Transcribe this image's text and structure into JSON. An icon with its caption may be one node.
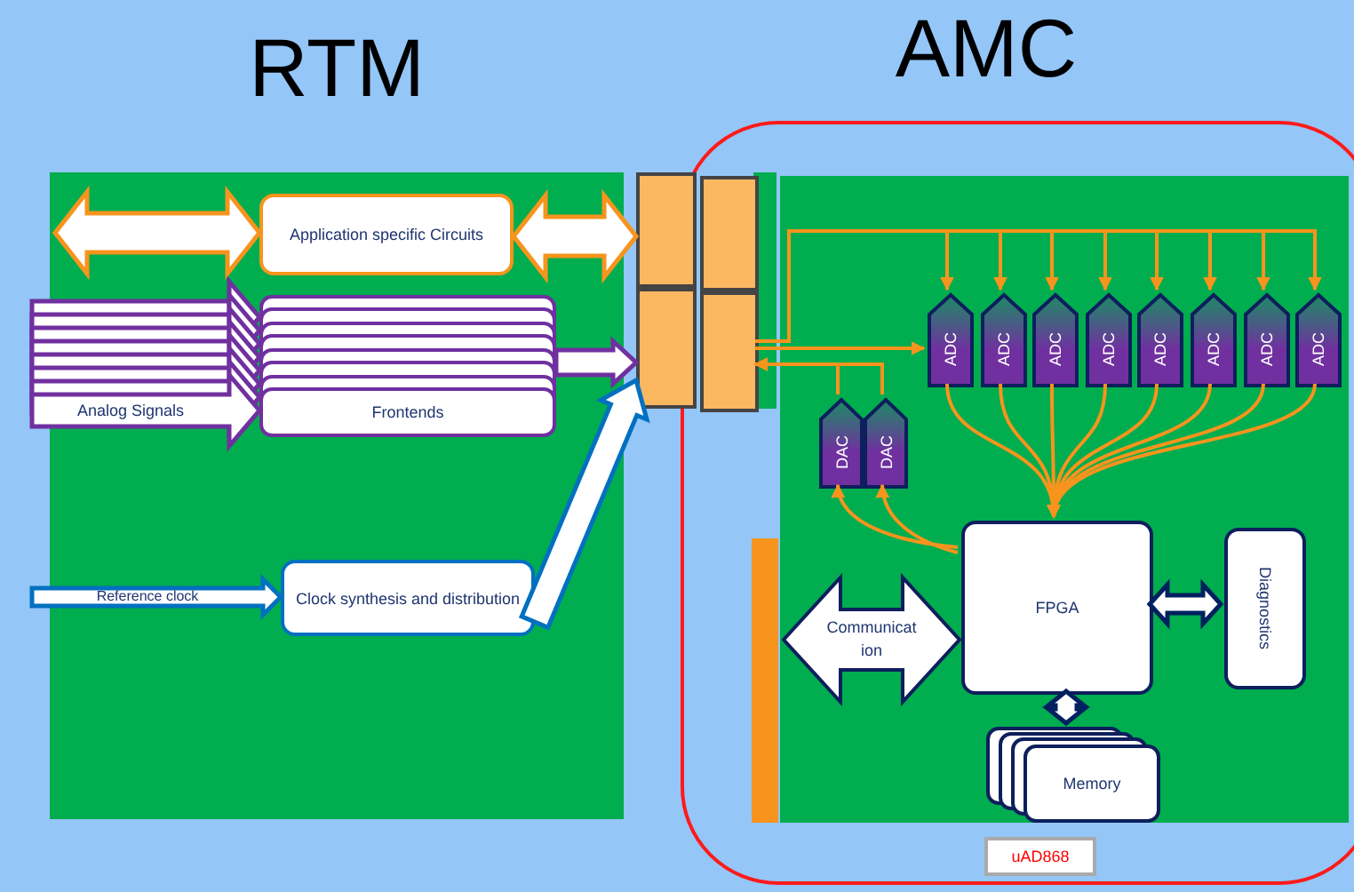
{
  "diagram": {
    "nodes": [
      {
        "text": [
          "RTM"
        ]
      },
      {
        "text": [
          "AMC"
        ]
      },
      {
        "text": [],
        "shape": "box",
        "in": 1
      },
      {
        "text": [],
        "shape": "box"
      },
      {
        "text": [],
        "shape": "box",
        "in": 1
      },
      {
        "text": [],
        "shape": "box"
      },
      {
        "text": [],
        "shape": "box",
        "in": 1
      },
      {
        "text": [
          "Application specific Circuits"
        ],
        "in": 0
      },
      {
        "text": [
          "Frontends"
        ],
        "in": 0
      },
      {
        "text": [
          "Clock synthesis and distribution"
        ],
        "in": 0
      },
      {
        "text": [
          "ADC"
        ],
        "in": 2
      },
      {
        "text": [
          "ADC"
        ],
        "in": 2
      },
      {
        "text": [
          "ADC"
        ],
        "in": 2
      },
      {
        "text": [
          "ADC"
        ],
        "in": 2
      },
      {
        "text": [
          "ADC"
        ],
        "in": 2
      },
      {
        "text": [
          "ADC"
        ],
        "in": 2
      },
      {
        "text": [
          "ADC"
        ],
        "in": 2
      },
      {
        "text": [
          "ADC"
        ],
        "in": 2
      },
      {
        "text": [
          "DAC"
        ],
        "in": 2
      },
      {
        "text": [
          "DAC"
        ],
        "in": 2
      },
      {
        "text": [
          "FPGA"
        ],
        "in": 2
      },
      {
        "text": [
          "Communication"
        ],
        "in": 2
      },
      {
        "text": [
          "Diagnostics"
        ],
        "in": 2
      },
      {
        "text": [
          "Memory"
        ],
        "in": 2
      },
      {
        "text": [
          "uAD868"
        ],
        "in": 1
      },
      {
        "text": [],
        "shape": "bar",
        "in": 1
      }
    ],
    "edges": [
      {
        "from": null,
        "to": 7,
        "arrow": "both",
        "style": "thick",
        "color": "#f7941d"
      },
      {
        "from": 7,
        "to": 3,
        "arrow": "both",
        "style": "thick",
        "color": "#f7941d"
      },
      {
        "from": null,
        "to": 8,
        "arrow": "to",
        "style": "thick",
        "color": "#7030a0",
        "label": "Analog Signals"
      },
      {
        "from": 8,
        "to": 5,
        "arrow": "to",
        "style": "thick",
        "color": "#7030a0"
      },
      {
        "from": null,
        "to": 9,
        "arrow": "to",
        "style": "thick",
        "color": "#0070c0",
        "label": "Reference clock"
      },
      {
        "from": 9,
        "to": 5,
        "arrow": "to",
        "style": "thick",
        "color": "#0070c0"
      },
      {
        "from": 6,
        "to": 10,
        "arrow": "to"
      },
      {
        "from": 6,
        "to": 10,
        "arrow": "to"
      },
      {
        "from": 6,
        "to": 11,
        "arrow": "to"
      },
      {
        "from": 6,
        "to": 12,
        "arrow": "to"
      },
      {
        "from": 6,
        "to": 13,
        "arrow": "to"
      },
      {
        "from": 6,
        "to": 14,
        "arrow": "to"
      },
      {
        "from": 6,
        "to": 15,
        "arrow": "to"
      },
      {
        "from": 6,
        "to": 16,
        "arrow": "to"
      },
      {
        "from": 6,
        "to": 17,
        "arrow": "to"
      },
      {
        "from": 18,
        "to": 6,
        "arrow": "to"
      },
      {
        "from": 19,
        "to": 6,
        "arrow": "to"
      },
      {
        "from": 10,
        "to": 20,
        "arrow": "to"
      },
      {
        "from": 11,
        "to": 20,
        "arrow": "to"
      },
      {
        "from": 12,
        "to": 20,
        "arrow": "to"
      },
      {
        "from": 13,
        "to": 20,
        "arrow": "to"
      },
      {
        "from": 14,
        "to": 20,
        "arrow": "to"
      },
      {
        "from": 15,
        "to": 20,
        "arrow": "to"
      },
      {
        "from": 16,
        "to": 20,
        "arrow": "to"
      },
      {
        "from": 17,
        "to": 20,
        "arrow": "to"
      },
      {
        "from": 20,
        "to": 18,
        "arrow": "to"
      },
      {
        "from": 20,
        "to": 19,
        "arrow": "to"
      },
      {
        "from": 20,
        "to": 22,
        "arrow": "both",
        "style": "thick",
        "color": "#002060"
      },
      {
        "from": 20,
        "to": 23,
        "arrow": "both",
        "style": "thick",
        "color": "#002060"
      }
    ]
  }
}
